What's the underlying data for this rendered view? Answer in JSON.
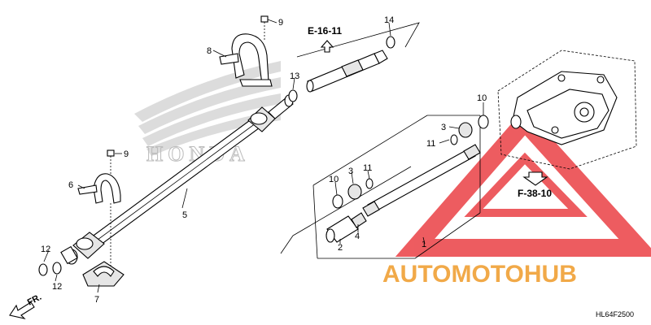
{
  "diagram": {
    "code": "HL64F2500",
    "direction_label": "FR.",
    "refs": {
      "upper": "E-16-11",
      "lower": "F-38-10"
    },
    "brand_mark": "HONDA",
    "watermark": "AUTOMOTOHUB",
    "colors": {
      "watermark_triangle": "#e8262b",
      "watermark_auto": "#f0a035",
      "watermark_hub": "#555555",
      "line": "#000000"
    },
    "callouts": {
      "c1": "1",
      "c2": "2",
      "c3a": "3",
      "c3b": "3",
      "c4": "4",
      "c5": "5",
      "c6": "6",
      "c7": "7",
      "c8": "8",
      "c9a": "9",
      "c9b": "9",
      "c10a": "10",
      "c10b": "10",
      "c11a": "11",
      "c11b": "11",
      "c12a": "12",
      "c12b": "12",
      "c13": "13",
      "c14": "14"
    }
  }
}
